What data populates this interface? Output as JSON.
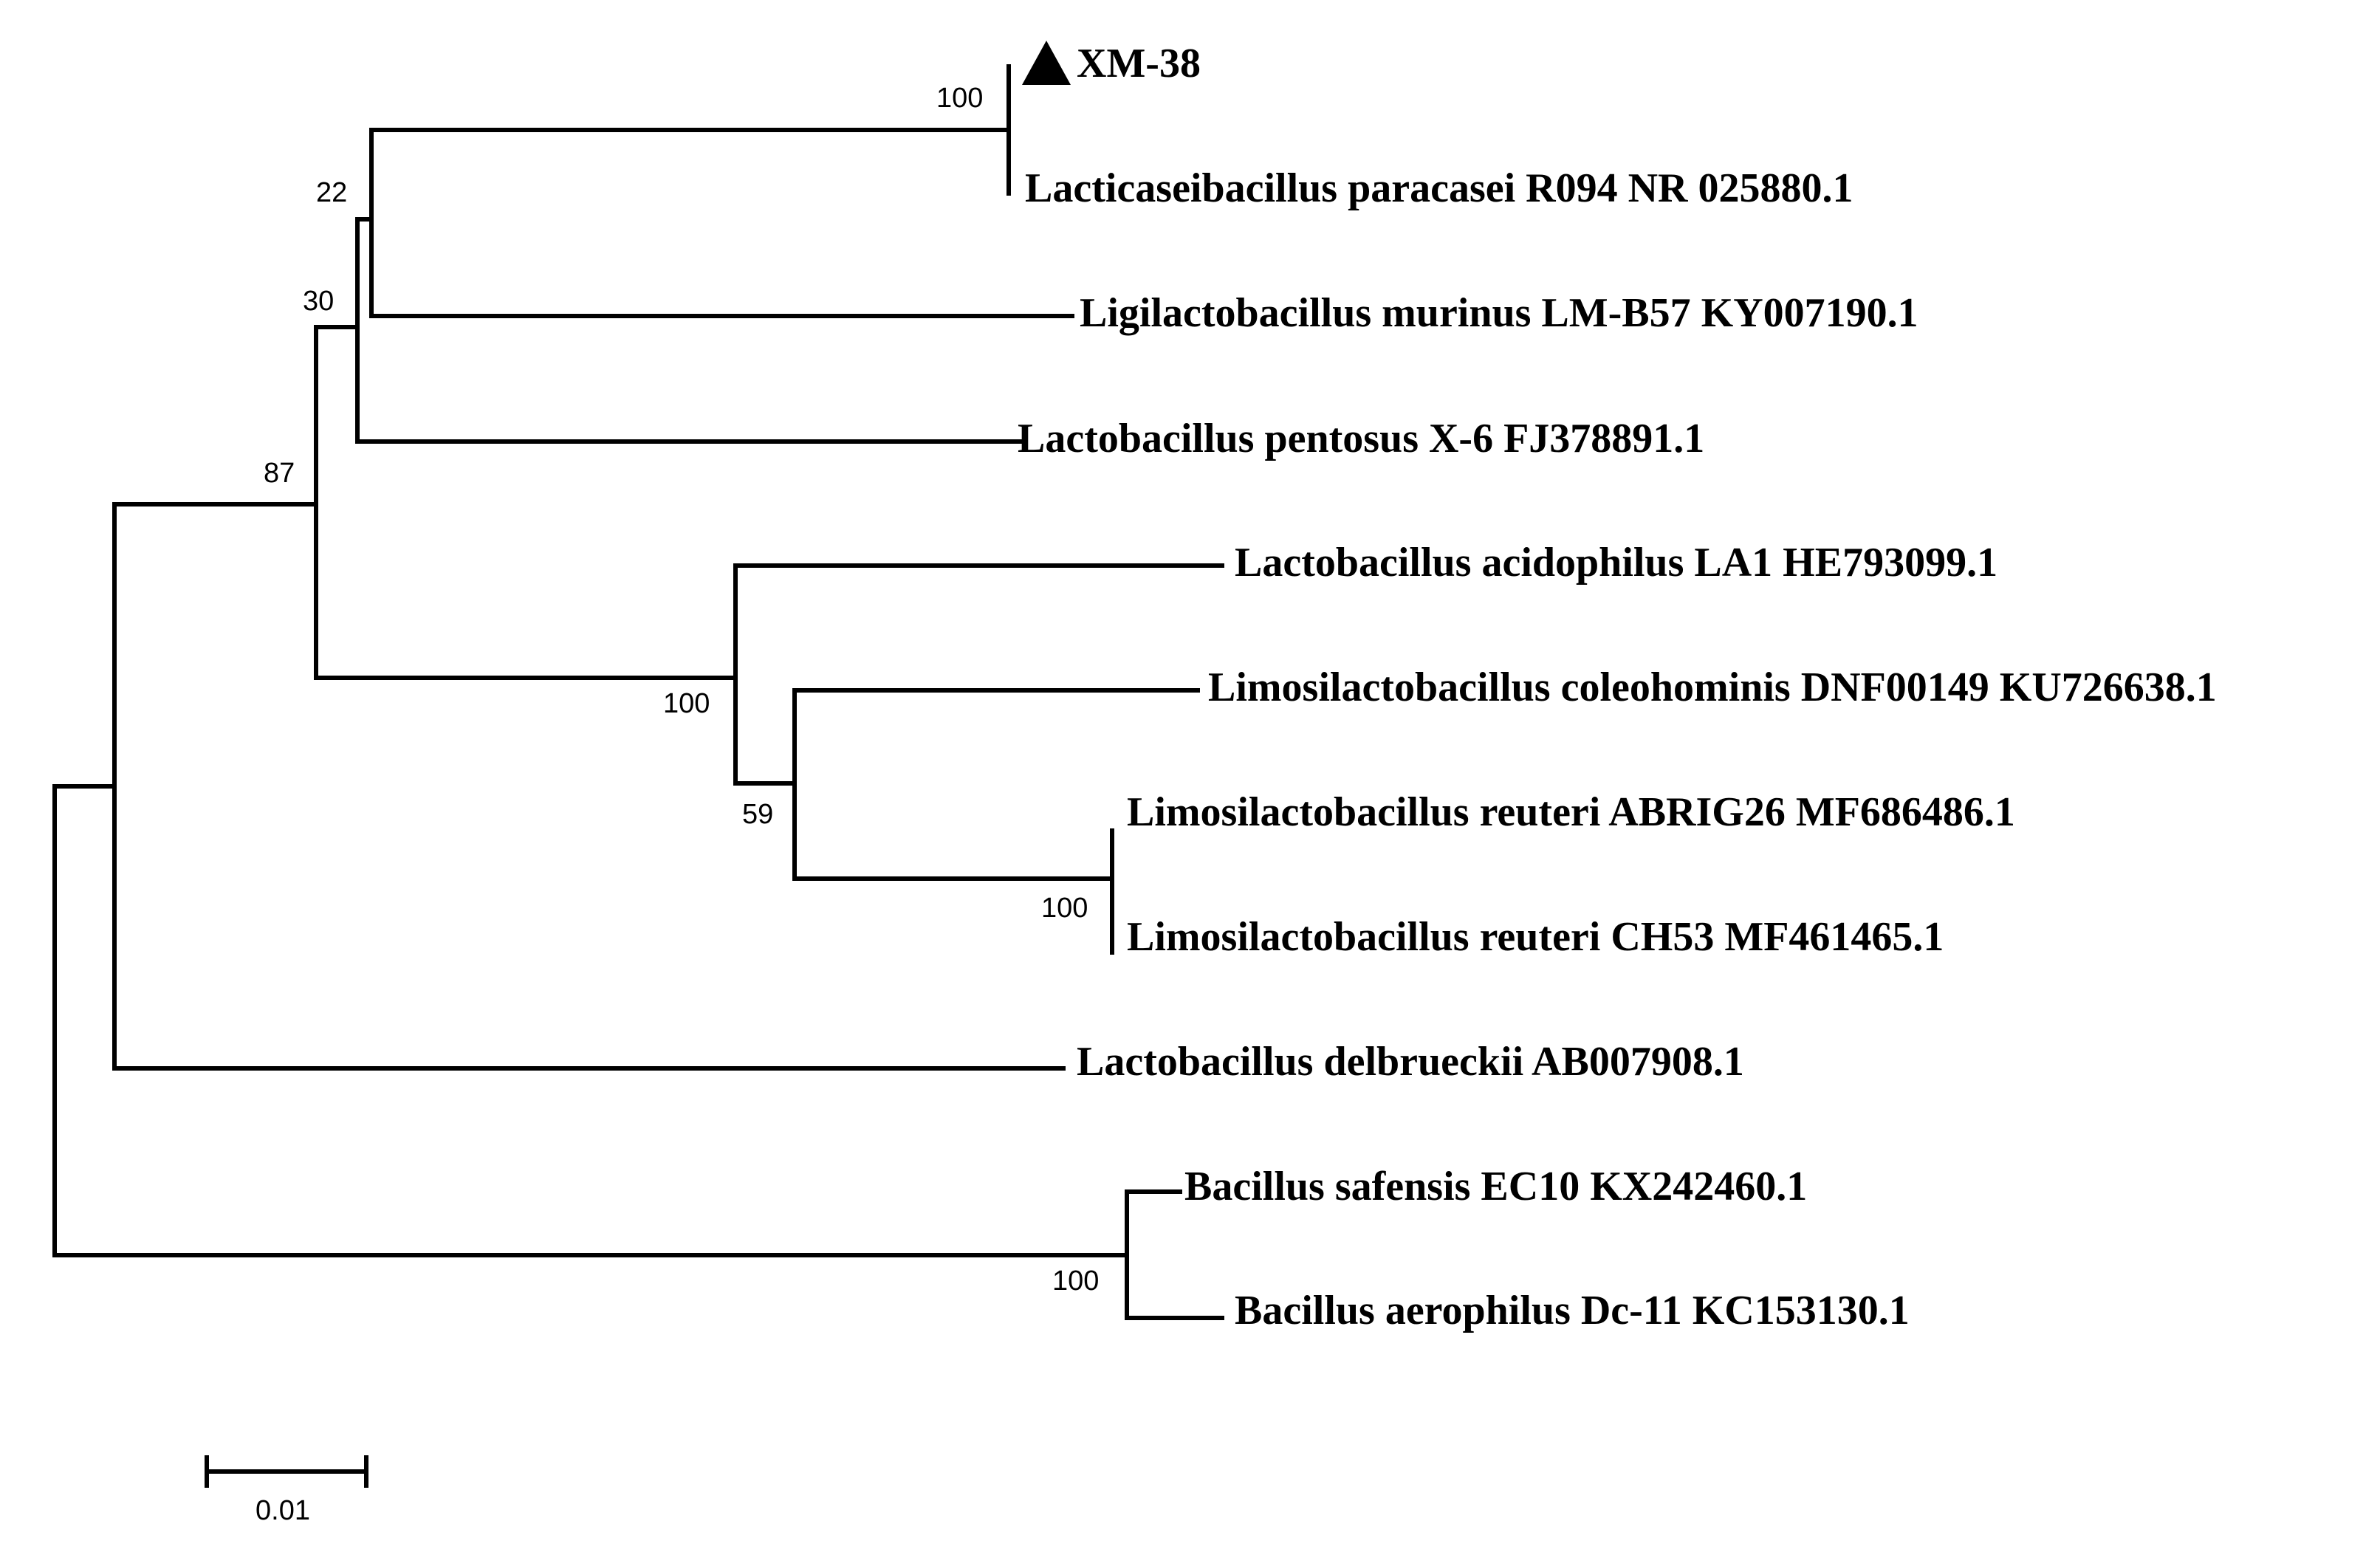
{
  "figure": {
    "background": "#ffffff",
    "line_color": "#000000",
    "marker_icon": "filled-triangle-icon"
  },
  "taxa": [
    {
      "id": "xm38",
      "label": "XM-38",
      "highlighted": true
    },
    {
      "id": "lparacasei",
      "label": "Lacticaseibacillus paracasei R094 NR 025880.1"
    },
    {
      "id": "lmurinus",
      "label": "Ligilactobacillus murinus LM-B57 KY007190.1"
    },
    {
      "id": "lpentosus",
      "label": "Lactobacillus pentosus X-6 FJ378891.1"
    },
    {
      "id": "lacidophilus",
      "label": "Lactobacillus acidophilus LA1 HE793099.1"
    },
    {
      "id": "lcoleohominis",
      "label": "Limosilactobacillus coleohominis DNF00149 KU726638.1"
    },
    {
      "id": "lreuteri1",
      "label": "Limosilactobacillus reuteri ABRIG26 MF686486.1"
    },
    {
      "id": "lreuteri2",
      "label": "Limosilactobacillus reuteri CH53 MF461465.1"
    },
    {
      "id": "ldelbrueckii",
      "label": "Lactobacillus delbrueckii AB007908.1"
    },
    {
      "id": "bsafensis",
      "label": "Bacillus safensis EC10 KX242460.1"
    },
    {
      "id": "baerophilus",
      "label": "Bacillus aerophilus Dc-11 KC153130.1"
    }
  ],
  "bootstrap_values": [
    {
      "id": "xm38-paracasei",
      "value": "100"
    },
    {
      "id": "paracasei-murinus",
      "value": "22"
    },
    {
      "id": "lacto-pentosus",
      "value": "30"
    },
    {
      "id": "lactobacillaceae-core",
      "value": "87"
    },
    {
      "id": "acidophilus-limosi",
      "value": "100"
    },
    {
      "id": "coleohominis-reuteri",
      "value": "59"
    },
    {
      "id": "reuteri-pair",
      "value": "100"
    },
    {
      "id": "bacillus-pair",
      "value": "100"
    }
  ],
  "scale_bar": {
    "label": "0.01"
  }
}
